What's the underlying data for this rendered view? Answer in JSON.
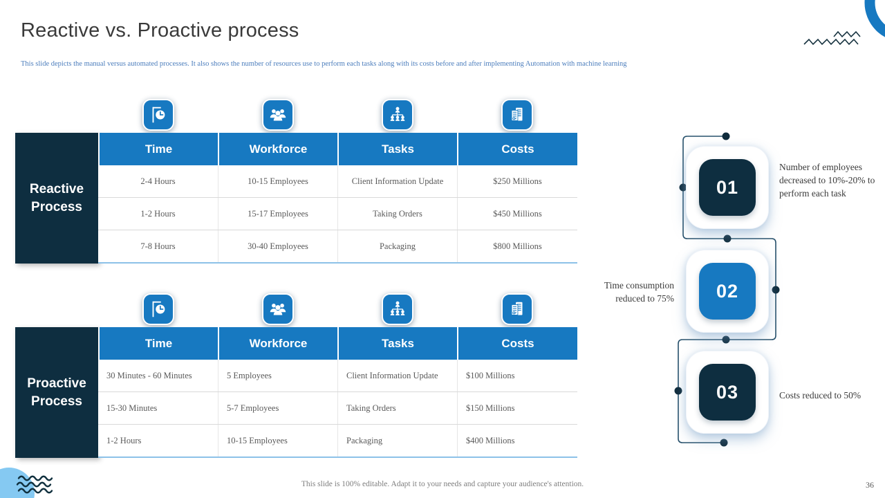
{
  "slide": {
    "title": "Reactive vs. Proactive process",
    "subtitle": "This slide depicts the manual versus automated processes. It also shows the number of resources use to perform each tasks along with its costs before and after implementing Automation with machine learning",
    "footer": "This slide is 100% editable. Adapt it to your needs and capture your audience's attention.",
    "page_number": "36"
  },
  "tables": [
    {
      "label": "Reactive Process",
      "columns": [
        {
          "label": "Time",
          "icon": "time-icon"
        },
        {
          "label": "Workforce",
          "icon": "workforce-icon"
        },
        {
          "label": "Tasks",
          "icon": "tasks-icon"
        },
        {
          "label": "Costs",
          "icon": "costs-icon"
        }
      ],
      "rows": [
        [
          "2-4 Hours",
          "10-15 Employees",
          "Client Information Update",
          "$250 Millions"
        ],
        [
          "1-2 Hours",
          "15-17 Employees",
          "Taking Orders",
          "$450 Millions"
        ],
        [
          "7-8 Hours",
          "30-40 Employees",
          "Packaging",
          "$800 Millions"
        ]
      ]
    },
    {
      "label": "Proactive Process",
      "columns": [
        {
          "label": "Time",
          "icon": "time-icon"
        },
        {
          "label": "Workforce",
          "icon": "workforce-icon"
        },
        {
          "label": "Tasks",
          "icon": "tasks-icon"
        },
        {
          "label": "Costs",
          "icon": "costs-icon"
        }
      ],
      "rows": [
        [
          "30 Minutes - 60 Minutes",
          "5 Employees",
          "Client Information Update",
          "$100 Millions"
        ],
        [
          "15-30 Minutes",
          "5-7 Employees",
          "Taking Orders",
          "$150 Millions"
        ],
        [
          "1-2 Hours",
          "10-15 Employees",
          "Packaging",
          "$400 Millions"
        ]
      ]
    }
  ],
  "timeline": {
    "items": [
      {
        "number": "01",
        "text": "Number of employees decreased to 10%-20% to perform each task",
        "square_color": "navy",
        "note_side": "right"
      },
      {
        "number": "02",
        "text": "Time consumption reduced to 75%",
        "square_color": "blue",
        "note_side": "left"
      },
      {
        "number": "03",
        "text": "Costs reduced to 50%",
        "square_color": "navy",
        "note_side": "right"
      }
    ]
  },
  "decor": {
    "top_right": [
      "circle-ring-icon",
      "zigzag-lines-icon"
    ],
    "bottom_left": [
      "circle-icon",
      "wave-lines-icon"
    ]
  },
  "colors": {
    "accent_blue": "#1779c1",
    "dark_navy": "#0e2e40",
    "light_blue": "#85c9f2",
    "table_border_blue": "#8cc1e8",
    "cell_text": "#595959",
    "subtitle_blue": "#4b7dbc"
  }
}
